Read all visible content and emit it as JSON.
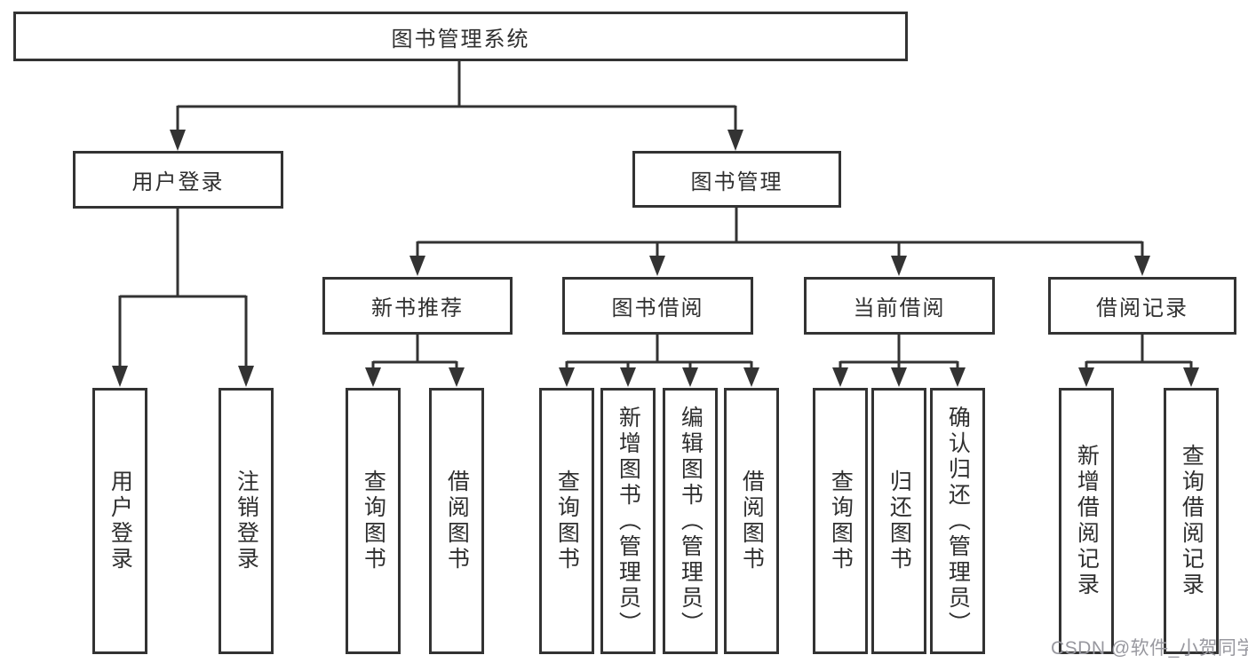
{
  "diagram": {
    "root": {
      "label": "图书管理系统"
    },
    "level2": [
      {
        "label": "用户登录"
      },
      {
        "label": "图书管理"
      }
    ],
    "level3": [
      {
        "label": "新书推荐",
        "parent": "图书管理"
      },
      {
        "label": "图书借阅",
        "parent": "图书管理"
      },
      {
        "label": "当前借阅",
        "parent": "图书管理"
      },
      {
        "label": "借阅记录",
        "parent": "图书管理"
      }
    ],
    "leaves": [
      {
        "label": "用户登录",
        "parent": "用户登录"
      },
      {
        "label": "注销登录",
        "parent": "用户登录"
      },
      {
        "label": "查询图书",
        "parent": "新书推荐"
      },
      {
        "label": "借阅图书",
        "parent": "新书推荐"
      },
      {
        "label": "查询图书",
        "parent": "图书借阅"
      },
      {
        "label": "新增图书（管理员）",
        "parent": "图书借阅"
      },
      {
        "label": "编辑图书（管理员）",
        "parent": "图书借阅"
      },
      {
        "label": "借阅图书",
        "parent": "图书借阅"
      },
      {
        "label": "查询图书",
        "parent": "当前借阅"
      },
      {
        "label": "归还图书",
        "parent": "当前借阅"
      },
      {
        "label": "确认归还（管理员）",
        "parent": "当前借阅"
      },
      {
        "label": "新增借阅记录",
        "parent": "借阅记录"
      },
      {
        "label": "查询借阅记录",
        "parent": "借阅记录"
      }
    ]
  },
  "watermark": {
    "text": "CSDN @软件_小贺同学"
  },
  "colors": {
    "line": "#333333",
    "text": "#2f2f2f",
    "watermark": "#98989f",
    "background": "#ffffff"
  }
}
